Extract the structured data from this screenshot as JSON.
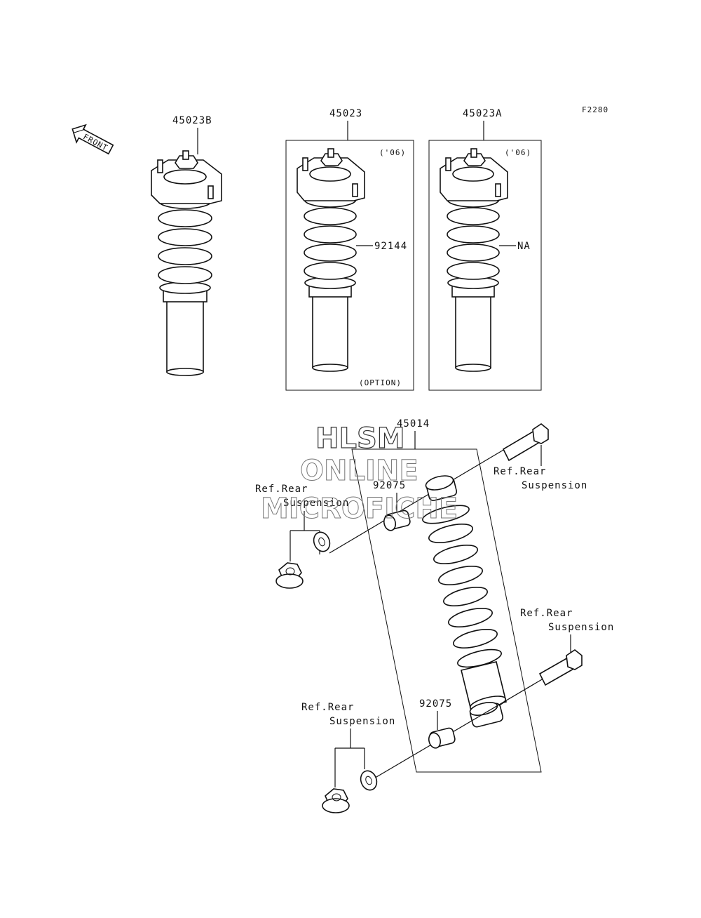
{
  "figure_id": "F2280",
  "front_label": "FRONT",
  "parts": {
    "shock_left": "45023B",
    "shock_middle": "45023",
    "shock_right": "45023A",
    "spring_middle": "92144",
    "spring_right": "NA",
    "rear_shock": "45014",
    "bushing_upper": "92075",
    "bushing_lower": "92075"
  },
  "notes": {
    "year_middle": "('06)",
    "year_right": "('06)",
    "option": "(OPTION)"
  },
  "references": {
    "upper_left": [
      "Ref.Rear",
      "Suspension"
    ],
    "upper_right": [
      "Ref.Rear",
      "Suspension"
    ],
    "mid_right": [
      "Ref.Rear",
      "Suspension"
    ],
    "lower_left": [
      "Ref.Rear",
      "Suspension"
    ]
  },
  "watermark": [
    "HLSM",
    "ONLINE",
    "MICROFICHE"
  ]
}
